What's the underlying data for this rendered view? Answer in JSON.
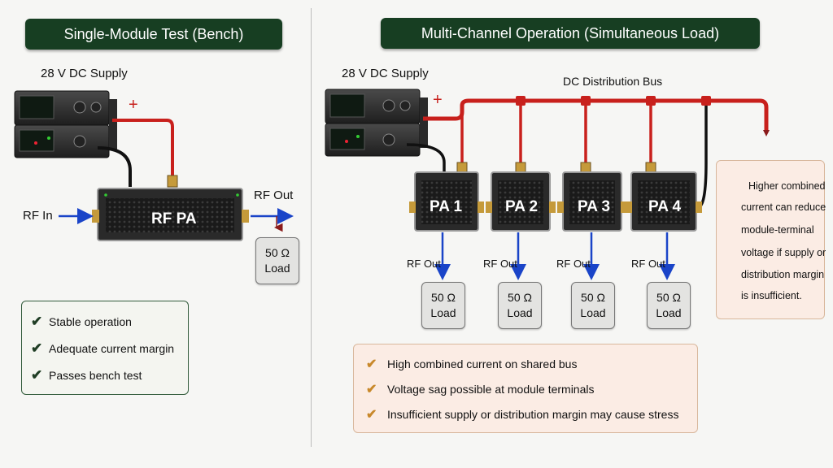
{
  "left": {
    "banner": "Single-Module Test (Bench)",
    "supply_label": "28 V DC Supply",
    "plus": "+",
    "rf_in": "RF In",
    "rf_out": "RF Out",
    "pa_label": "RF PA",
    "load": {
      "line1": "50 Ω",
      "line2": "Load"
    },
    "checks": [
      "Stable operation",
      "Adequate current margin",
      "Passes bench test"
    ]
  },
  "right": {
    "banner": "Multi-Channel Operation (Simultaneous Load)",
    "supply_label": "28 V DC Supply",
    "plus": "+",
    "bus_label": "DC Distribution Bus",
    "modules": [
      {
        "name": "PA 1",
        "rf_out": "RF Out",
        "load1": "50 Ω",
        "load2": "Load"
      },
      {
        "name": "PA 2",
        "rf_out": "RF Out",
        "load1": "50 Ω",
        "load2": "Load"
      },
      {
        "name": "PA 3",
        "rf_out": "RF Out",
        "load1": "50 Ω",
        "load2": "Load"
      },
      {
        "name": "PA 4",
        "rf_out": "RF Out",
        "load1": "50 Ω",
        "load2": "Load"
      }
    ],
    "note_lines": [
      "Higher combined",
      "current can reduce",
      "module-terminal",
      "voltage if supply or",
      "distribution margin",
      "is insufficient."
    ],
    "warnings": [
      "High combined current on shared bus",
      "Voltage sag possible at module terminals",
      "Insufficient supply or distribution margin may cause stress"
    ]
  },
  "colors": {
    "banner": "#173e22",
    "dc_line": "#c8201c",
    "rf_arrow": "#1a44c8",
    "warn_check": "#c8882a"
  }
}
